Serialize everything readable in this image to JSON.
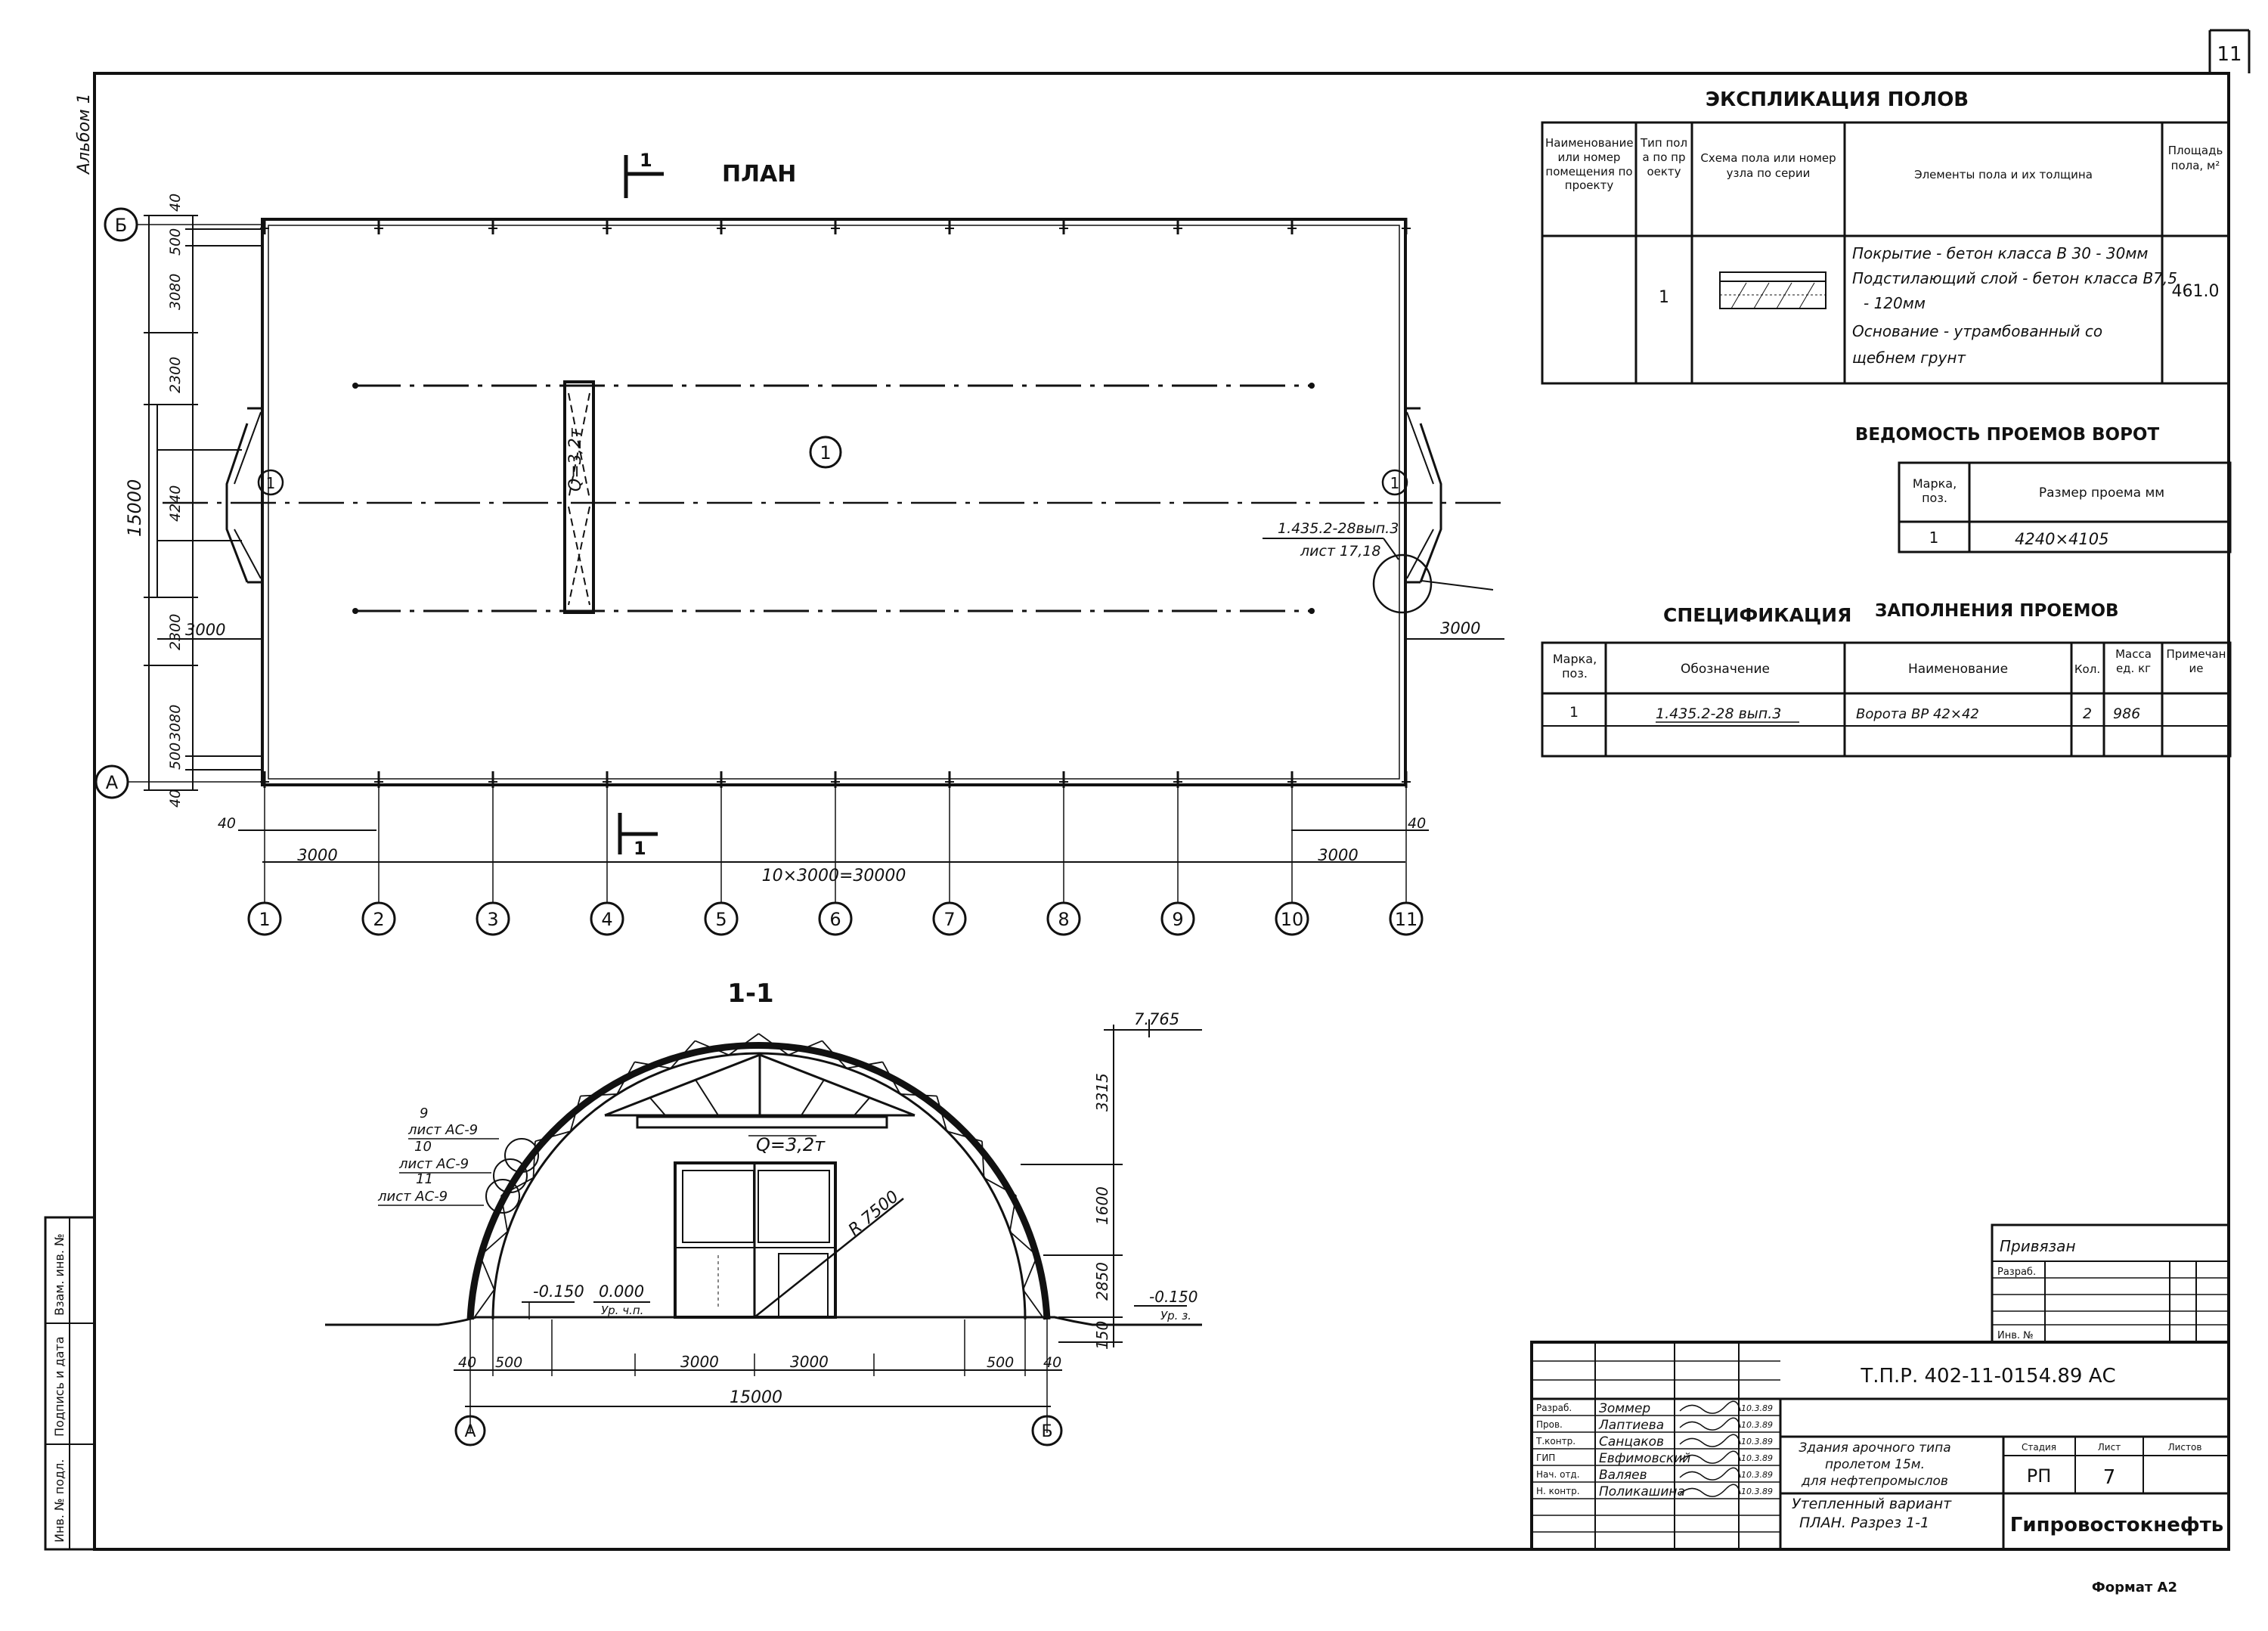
{
  "sheet": {
    "number": "11",
    "album_label": "Альбом 1",
    "format_label": "Формат А2"
  },
  "plan": {
    "title": "ПЛАН",
    "section_mark_top": "1",
    "section_mark_bottom": "1",
    "axis_letters": [
      "Б",
      "А"
    ],
    "axis_numbers": [
      "1",
      "2",
      "3",
      "4",
      "5",
      "6",
      "7",
      "8",
      "9",
      "10",
      "11"
    ],
    "room_number": "1",
    "floor_marks": [
      "1",
      "1"
    ],
    "crane_label": "Q=3,2т",
    "node_ref_line1": "1.435.2-28вып.3",
    "node_ref_line2": "лист 17,18",
    "dims": {
      "overall_length": "10×3000=30000",
      "end_bay_left": "3000",
      "end_bay_right": "3000",
      "offset_left": "40",
      "offset_right": "40",
      "gate_left": "3000",
      "gate_right": "3000",
      "width_total": "15000",
      "vert_chain": [
        "40",
        "500",
        "3080",
        "2300",
        "4240",
        "2300",
        "3080",
        "500",
        "40"
      ]
    }
  },
  "section": {
    "title": "1-1",
    "crane_label": "Q=3,2т",
    "radius_label": "R 7500",
    "elev_top": "7.765",
    "elev_floor": "0.000",
    "elev_floor_note": "Ур. ч.п.",
    "elev_ground_left": "-0.150",
    "elev_ground_right": "-0.150",
    "elev_ground_note": "Ур. з.",
    "vert_dims": [
      "3315",
      "1600",
      "2850",
      "150"
    ],
    "horiz_dims": [
      "40",
      "500",
      "3000",
      "3000",
      "500",
      "40"
    ],
    "width_total": "15000",
    "axis_letters": [
      "А",
      "Б"
    ],
    "callouts": [
      {
        "num": "9",
        "sheet": "лист АС-9"
      },
      {
        "num": "10",
        "sheet": "лист АС-9"
      },
      {
        "num": "11",
        "sheet": "лист АС-9"
      }
    ]
  },
  "floor_explication": {
    "title": "ЭКСПЛИКАЦИЯ ПОЛОВ",
    "headers": [
      "Наименование или номер помещения по проекту",
      "Тип пола по проекту",
      "Схема пола или номер узла по серии",
      "Элементы пола и их толщина",
      "Площадь пола, м²"
    ],
    "row": {
      "type": "1",
      "elements": [
        "Покрытие - бетон класса В 30 - 30мм",
        "Подстилающий слой - бетон класса В7,5",
        "- 120мм",
        "Основание - утрамбованный со",
        "щебнем грунт"
      ],
      "area": "461.0"
    }
  },
  "gate_schedule": {
    "title": "ВЕДОМОСТЬ ПРОЕМОВ ВОРОТ",
    "headers": [
      "Марка, поз.",
      "Размер проема мм"
    ],
    "row": {
      "mark": "1",
      "size": "4240×4105"
    }
  },
  "spec": {
    "title_left": "СПЕЦИФИКАЦИЯ",
    "title_right": "ЗАПОЛНЕНИЯ ПРОЕМОВ",
    "headers": [
      "Марка, поз.",
      "Обозначение",
      "Наименование",
      "Кол.",
      "Масса ед. кг",
      "Примечание"
    ],
    "row": {
      "mark": "1",
      "designation": "1.435.2-28 вып.3",
      "name": "Ворота ВР 42×42",
      "qty": "2",
      "mass": "986",
      "note": ""
    }
  },
  "binding_box": {
    "title": "Привязан",
    "row1": "Разраб.",
    "row2": "Инв. №"
  },
  "left_stamps": [
    "Взам. инв. №",
    "Подпись и дата",
    "Инв. № подл."
  ],
  "title_block": {
    "code": "Т.П.Р. 402-11-0154.89   АС",
    "roles": [
      "Разраб.",
      "Пров.",
      "Т.контр.",
      "ГИП",
      "Нач. отд.",
      "Н. контр."
    ],
    "names": [
      "Зоммер",
      "Лаптиева",
      "Санцаков",
      "Евфимовский",
      "Валяев",
      "Поликашина"
    ],
    "dates": [
      "10.3.89",
      "10.3.89",
      "10.3.89",
      "10.3.89",
      "10.3.89",
      "10.3.89"
    ],
    "desc_lines": [
      "Здания арочного типа",
      "пролетом 15м.",
      "для нефтепромыслов"
    ],
    "sheet_desc_lines": [
      "Утепленный вариант",
      "ПЛАН. Разрез 1-1"
    ],
    "stage_hdr": "Стадия",
    "sheet_hdr": "Лист",
    "sheets_hdr": "Листов",
    "stage": "РП",
    "sheet": "7",
    "org": "Гипровостокнефть"
  }
}
